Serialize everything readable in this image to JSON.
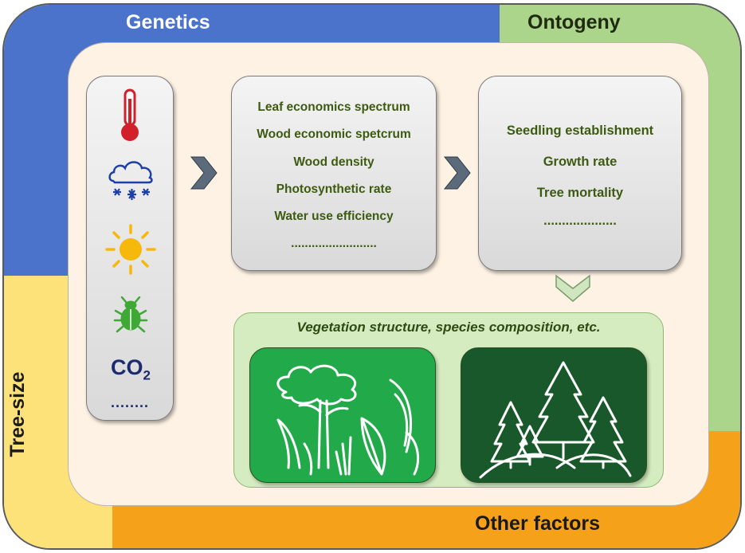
{
  "frame_labels": {
    "top_left": "Genetics",
    "top_right": "Ontogeny",
    "left": "Tree-size",
    "bottom": "Other factors"
  },
  "environment": {
    "icons": [
      "thermometer-icon",
      "snow-cloud-icon",
      "sun-icon",
      "beetle-icon"
    ],
    "co2_label": "CO",
    "co2_subscript": "2",
    "more": "........"
  },
  "traits": {
    "items": [
      "Leaf economics spectrum",
      "Wood economic  spetcrum",
      "Wood density",
      "Photosynthetic rate",
      "Water use efficiency",
      "........................."
    ]
  },
  "demography": {
    "items": [
      "Seedling establishment",
      "Growth rate",
      "Tree mortality",
      "...................."
    ]
  },
  "vegetation": {
    "title": "Vegetation structure, species composition, etc."
  },
  "colors": {
    "genetics": "#4c73cc",
    "ontogeny": "#aad58a",
    "tree_size": "#fde27a",
    "other_factors": "#f6a11a",
    "trait_text": "#3d5b10",
    "tropical_tile": "#22a949",
    "conifer_tile": "#18582a"
  }
}
